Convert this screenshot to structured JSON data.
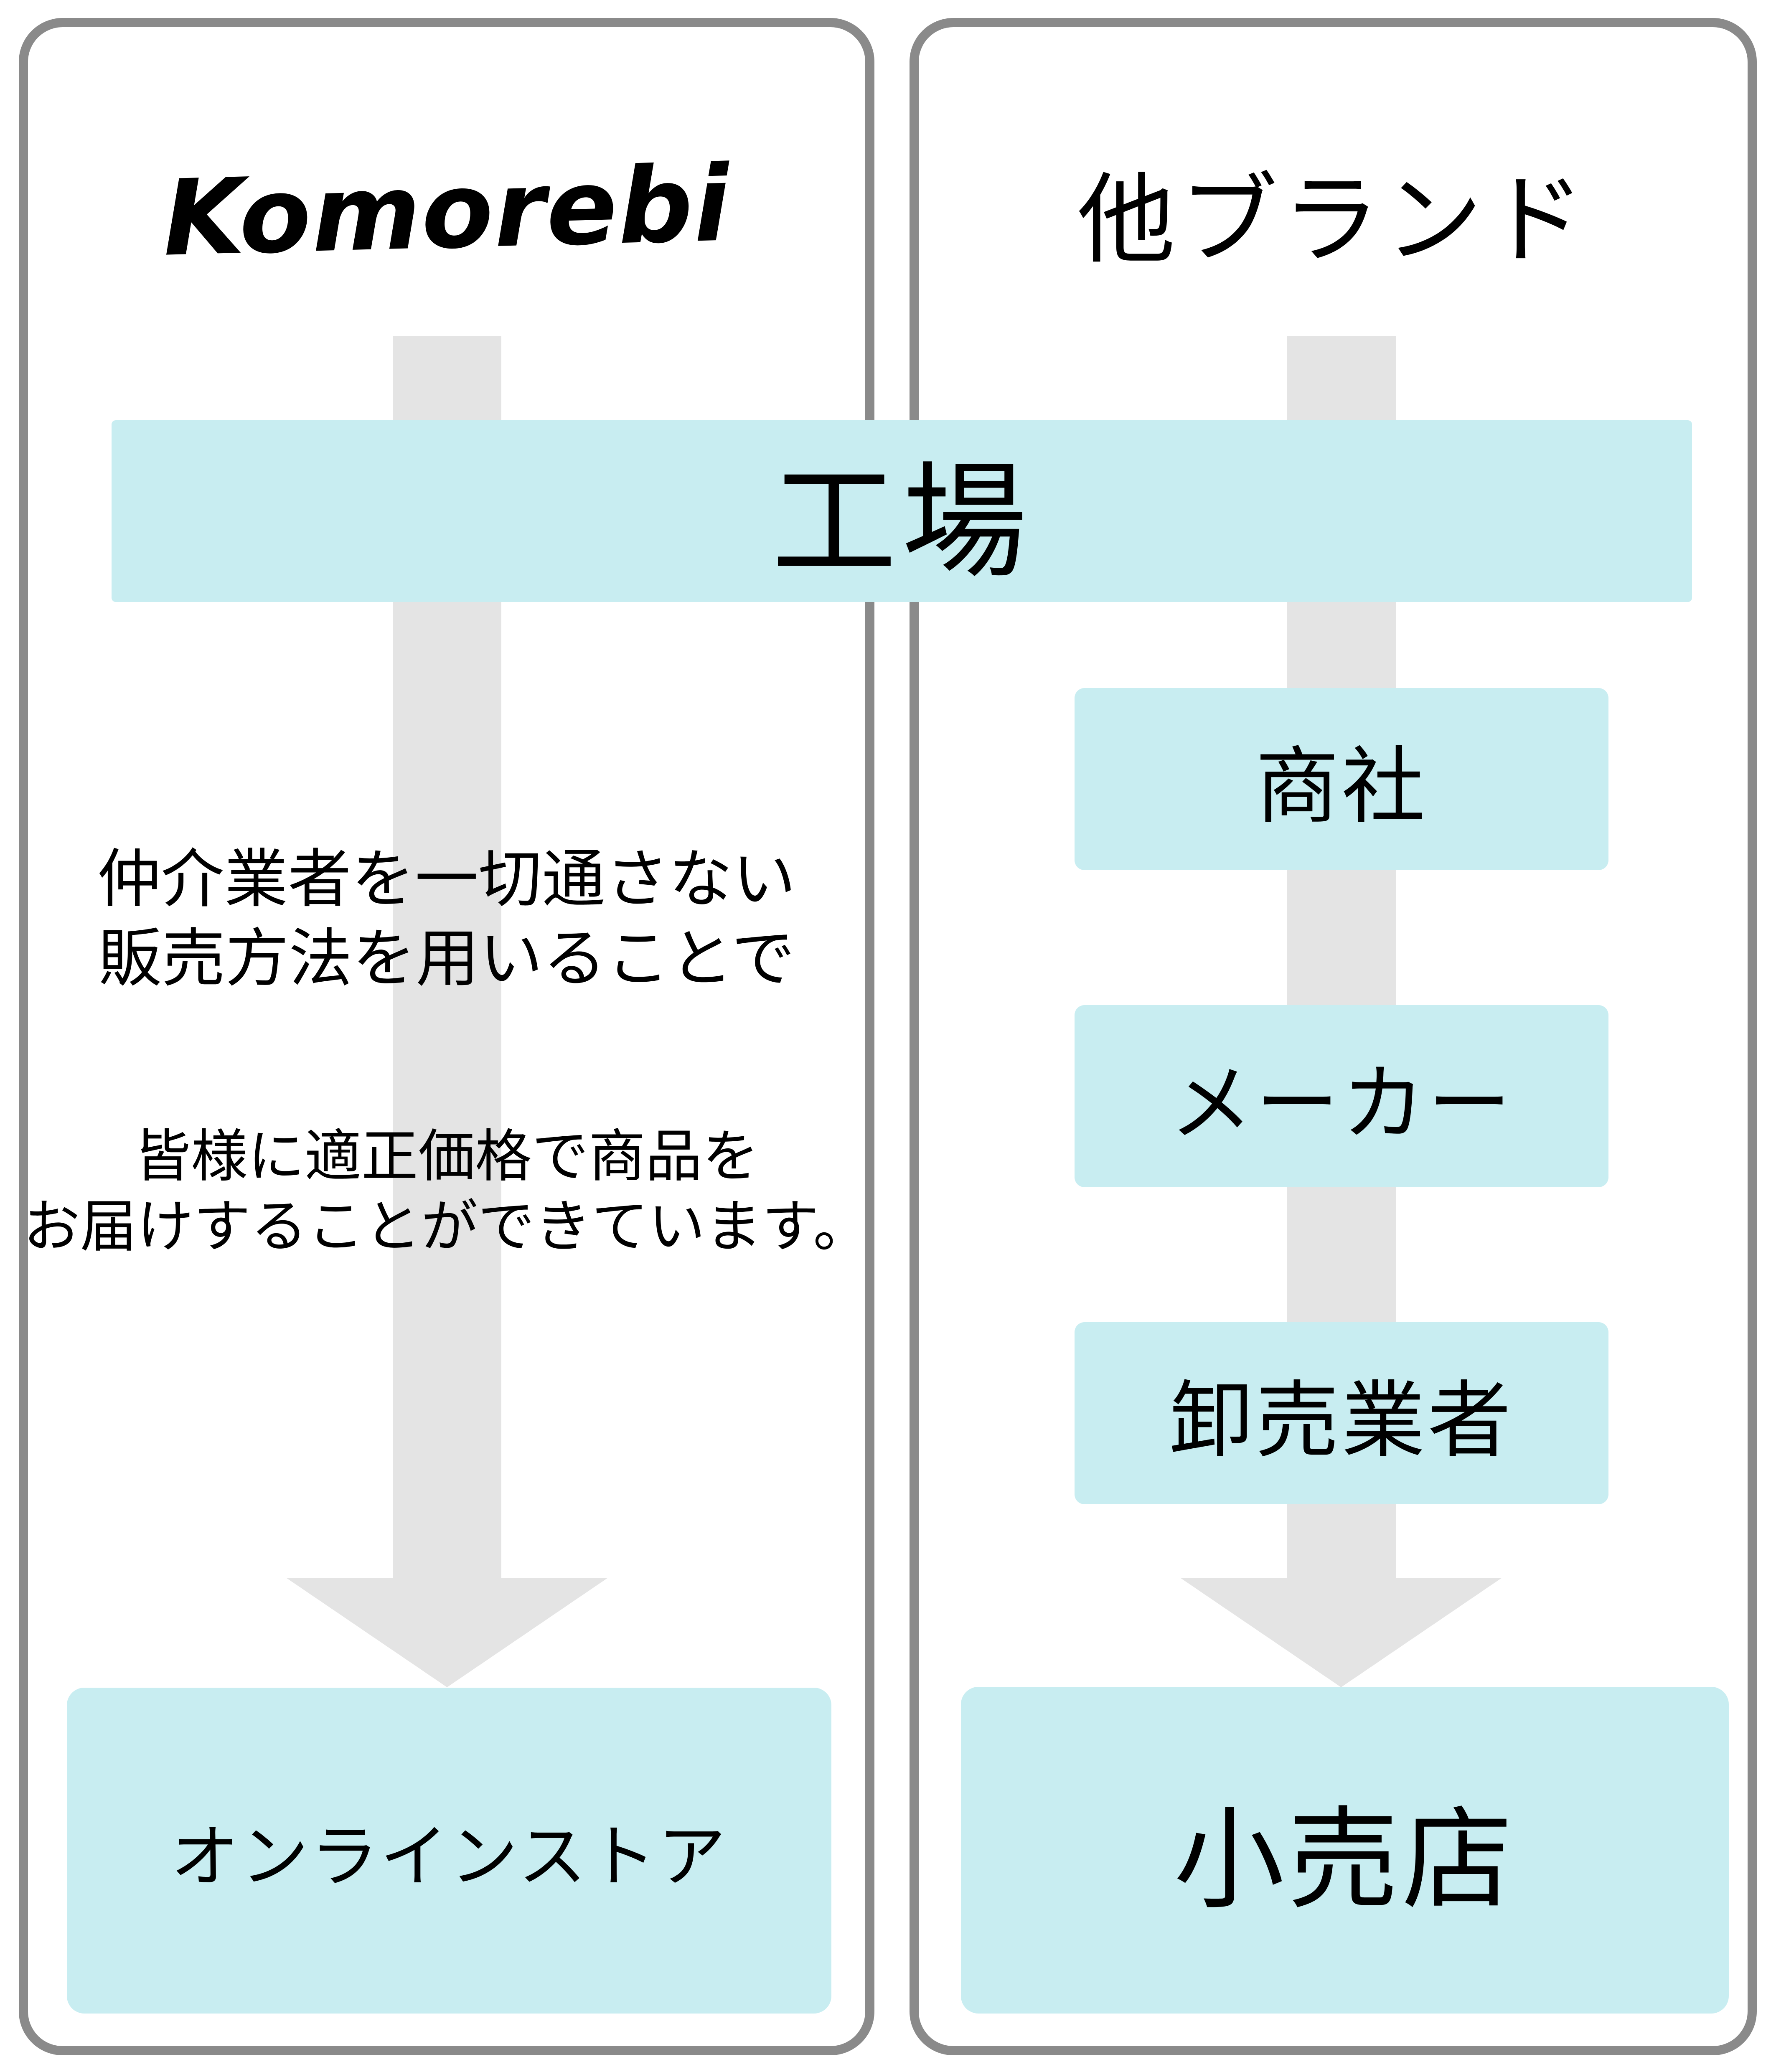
{
  "colors": {
    "box_fill": "#c8edf1",
    "arrow_gray": "#e4e4e4",
    "panel_border": "#8a8a8a",
    "text": "#000000",
    "background": "#ffffff"
  },
  "shared": {
    "source_label": "工場"
  },
  "left_panel": {
    "brand_logo": "Komorebi",
    "note1_line1": "仲介業者を一切通さない",
    "note1_line2": "販売方法を用いることで",
    "note2_line1": "皆様に適正価格で商品を",
    "note2_line2": "お届けすることができています。",
    "destination": "オンラインストア"
  },
  "right_panel": {
    "title": "他ブランド",
    "steps": [
      "商社",
      "メーカー",
      "卸売業者"
    ],
    "destination": "小売店"
  }
}
